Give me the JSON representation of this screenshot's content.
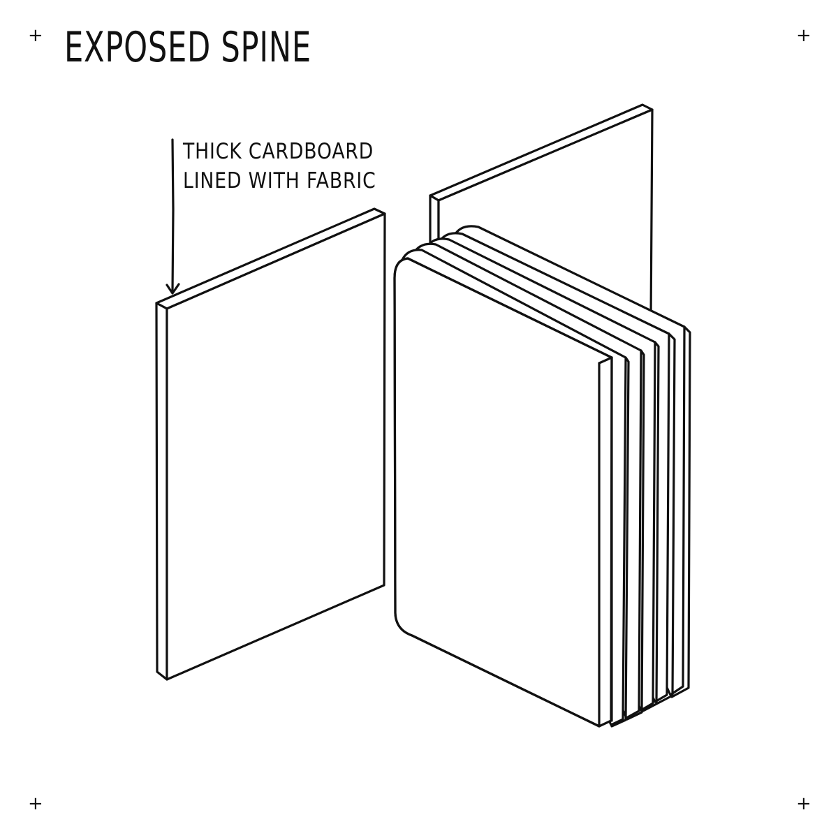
{
  "title": "EXPOSED SPINE",
  "annotation": {
    "line1": "THICK CARDBOARD",
    "line2": "LINED WITH FABRIC"
  },
  "corner_mark": "+",
  "colors": {
    "ink": "#111111",
    "paper": "#ffffff"
  }
}
